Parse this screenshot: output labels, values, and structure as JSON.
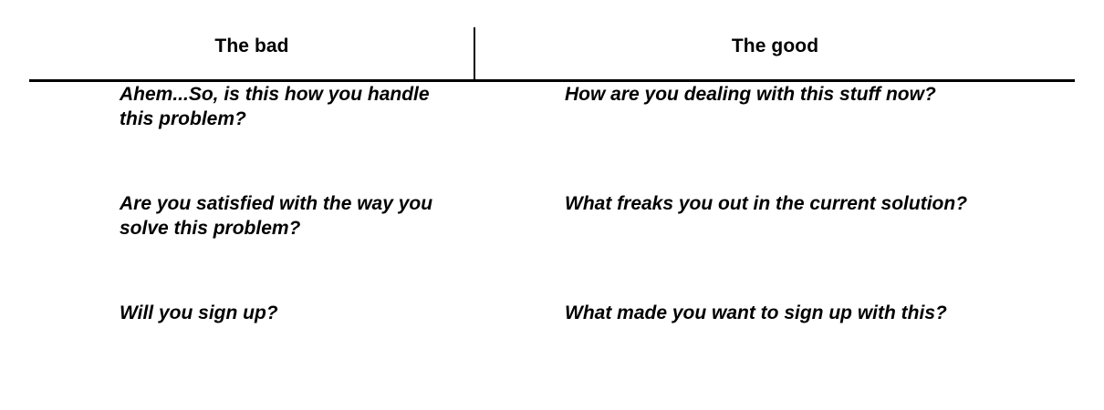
{
  "table": {
    "headers": [
      {
        "label": "The bad"
      },
      {
        "label": "The good"
      }
    ],
    "rows": [
      {
        "bad": "Ahem...So, is this how you handle this problem?",
        "good": "How are you dealing with this stuff now?"
      },
      {
        "bad": "Are you satisfied with the way you solve this problem?",
        "good": "What freaks you out in the current solution?"
      },
      {
        "bad": "Will you sign up?",
        "good": "What made you want to sign up with this?"
      }
    ]
  },
  "colors": {
    "background": "#ffffff",
    "text": "#000000",
    "rule": "#000000"
  }
}
